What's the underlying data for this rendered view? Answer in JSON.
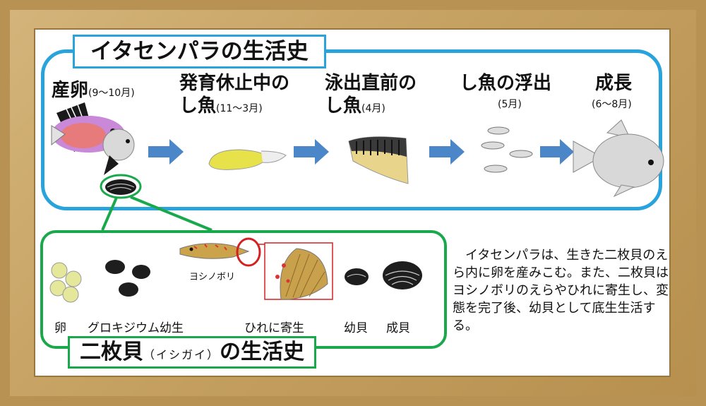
{
  "itasenpara": {
    "title": "イタセンパラの生活史",
    "stages": [
      {
        "name": "産卵",
        "period": "(9～10月)"
      },
      {
        "name_line1": "発育休止中の",
        "name_line2": "し魚",
        "period": "(11～3月)"
      },
      {
        "name_line1": "泳出直前の",
        "name_line2": "し魚",
        "period": "(4月)"
      },
      {
        "name": "し魚の浮出",
        "period": "(5月)"
      },
      {
        "name": "成長",
        "period": "(6～8月)"
      }
    ]
  },
  "mussel": {
    "title_main": "二枚貝",
    "title_reading": "（イシガイ）",
    "title_suffix": "の生活史",
    "goby_label": "ヨシノボリ",
    "stages": [
      "卵",
      "グロキジウム幼生",
      "ひれに寄生",
      "幼貝",
      "成貝"
    ]
  },
  "description": "　イタセンパラは、生きた二枚貝のえら内に卵を産みこむ。また、二枚貝はヨシノボリのえらやひれに寄生し、変態を完了後、幼貝として底生生活する。",
  "colors": {
    "top_panel": "#29a3dc",
    "bottom_panel": "#1aa84c",
    "arrow": "#4a86c8",
    "frame": "#b89252"
  }
}
